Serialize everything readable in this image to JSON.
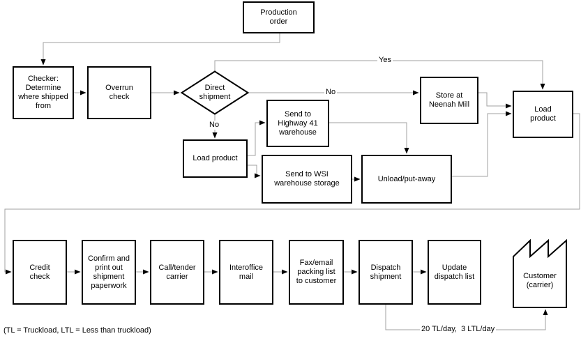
{
  "nodes": {
    "production_order": {
      "label": "Production\norder"
    },
    "checker": {
      "label": "Checker:\nDetermine\nwhere shipped\nfrom"
    },
    "overrun_check": {
      "label": "Overrun\ncheck"
    },
    "direct_shipment": {
      "label": "Direct\nshipment"
    },
    "store_neenah": {
      "label": "Store at\nNeenah Mill"
    },
    "load_product_right": {
      "label": "Load\nproduct"
    },
    "load_product_left": {
      "label": "Load product"
    },
    "highway41": {
      "label": "Send to\nHighway 41\nwarehouse"
    },
    "wsi": {
      "label": "Send to WSI\nwarehouse storage"
    },
    "unload": {
      "label": "Unload/put-away"
    },
    "credit_check": {
      "label": "Credit\ncheck"
    },
    "confirm_paperwork": {
      "label": "Confirm and\nprint out\nshipment\npaperwork"
    },
    "call_tender": {
      "label": "Call/tender\ncarrier"
    },
    "interoffice_mail": {
      "label": "Interoffice\nmail"
    },
    "fax_email": {
      "label": "Fax/email\npacking list\nto customer"
    },
    "dispatch_shipment": {
      "label": "Dispatch\nshipment"
    },
    "update_dispatch": {
      "label": "Update\ndispatch list"
    },
    "customer": {
      "label": "Customer\n(carrier)"
    }
  },
  "edge_labels": {
    "yes": "Yes",
    "no_store": "No",
    "no_load": "No",
    "rate": "20 TL/day,  3 LTL/day"
  },
  "footnote": "(TL = Truckload, LTL = Less than truckload)",
  "edges": [
    {
      "from": "production_order",
      "to": "checker",
      "label": ""
    },
    {
      "from": "checker",
      "to": "overrun_check",
      "label": ""
    },
    {
      "from": "overrun_check",
      "to": "direct_shipment",
      "label": ""
    },
    {
      "from": "direct_shipment",
      "to": "load_product_right",
      "label": "Yes"
    },
    {
      "from": "direct_shipment",
      "to": "store_neenah",
      "label": "No"
    },
    {
      "from": "direct_shipment",
      "to": "load_product_left",
      "label": "No"
    },
    {
      "from": "load_product_left",
      "to": "highway41",
      "label": ""
    },
    {
      "from": "load_product_left",
      "to": "wsi",
      "label": ""
    },
    {
      "from": "highway41",
      "to": "unload",
      "label": ""
    },
    {
      "from": "wsi",
      "to": "unload",
      "label": ""
    },
    {
      "from": "unload",
      "to": "load_product_right",
      "label": ""
    },
    {
      "from": "store_neenah",
      "to": "load_product_right",
      "label": ""
    },
    {
      "from": "load_product_right",
      "to": "credit_check",
      "label": ""
    },
    {
      "from": "credit_check",
      "to": "confirm_paperwork",
      "label": ""
    },
    {
      "from": "confirm_paperwork",
      "to": "call_tender",
      "label": ""
    },
    {
      "from": "call_tender",
      "to": "interoffice_mail",
      "label": ""
    },
    {
      "from": "interoffice_mail",
      "to": "fax_email",
      "label": ""
    },
    {
      "from": "fax_email",
      "to": "dispatch_shipment",
      "label": ""
    },
    {
      "from": "dispatch_shipment",
      "to": "update_dispatch",
      "label": ""
    },
    {
      "from": "dispatch_shipment",
      "to": "customer",
      "label": "20 TL/day,  3 LTL/day"
    }
  ],
  "colors": {
    "connector": "#a0a0a0",
    "shape_border": "#000000",
    "text": "#000000",
    "background": "#ffffff"
  }
}
